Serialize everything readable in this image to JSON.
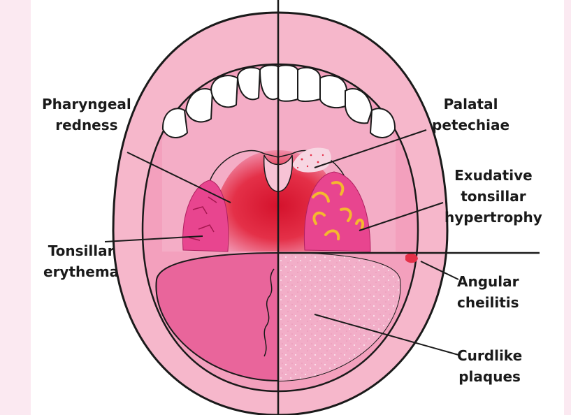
{
  "labels": {
    "pharyngeal_redness": [
      "Pharyngeal",
      "redness"
    ],
    "palatal_petechiae": [
      "Palatal",
      "petechiae"
    ],
    "exudative_tonsillar_hypertrophy": [
      "Exudative",
      "tonsillar",
      "hypertrophy"
    ],
    "tonsillar_erythema": [
      "Tonsillar",
      "erythema"
    ],
    "angular_cheilitis": [
      "Angular",
      "cheilitis"
    ],
    "curdlike_plaques": [
      "Curdlike",
      "plaques"
    ]
  },
  "colors": {
    "background": "#fbe9f1",
    "lip": "#f6b7cb",
    "inner_mouth": "#f3a0bd",
    "throat_red": "#e0203a",
    "tonsil": "#e8458f",
    "tongue": "#e9659b",
    "plaque_tongue": "#f4b3cc",
    "exudate": "#f5b82e",
    "teeth": "#ffffff",
    "outline": "#1a1a1a"
  }
}
